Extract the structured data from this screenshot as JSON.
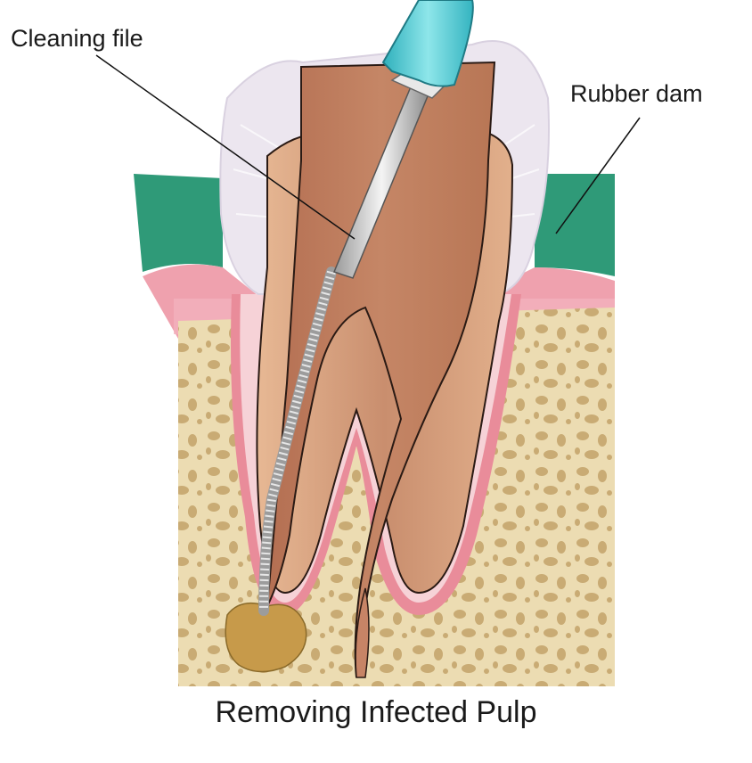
{
  "labels": {
    "cleaning_file": "Cleaning file",
    "rubber_dam": "Rubber dam"
  },
  "caption": "Removing Infected Pulp",
  "colors": {
    "bone": "#e9d6a8",
    "bone_pore": "#c9ad78",
    "gum": "#e98c9a",
    "rubber_dam": "#2f9a78",
    "dentin": "#c98e6e",
    "pulp": "#b9765a",
    "enamel": "#ece6ef",
    "file_handle": "#5fd0d8",
    "abscess": "#c79a4a"
  }
}
